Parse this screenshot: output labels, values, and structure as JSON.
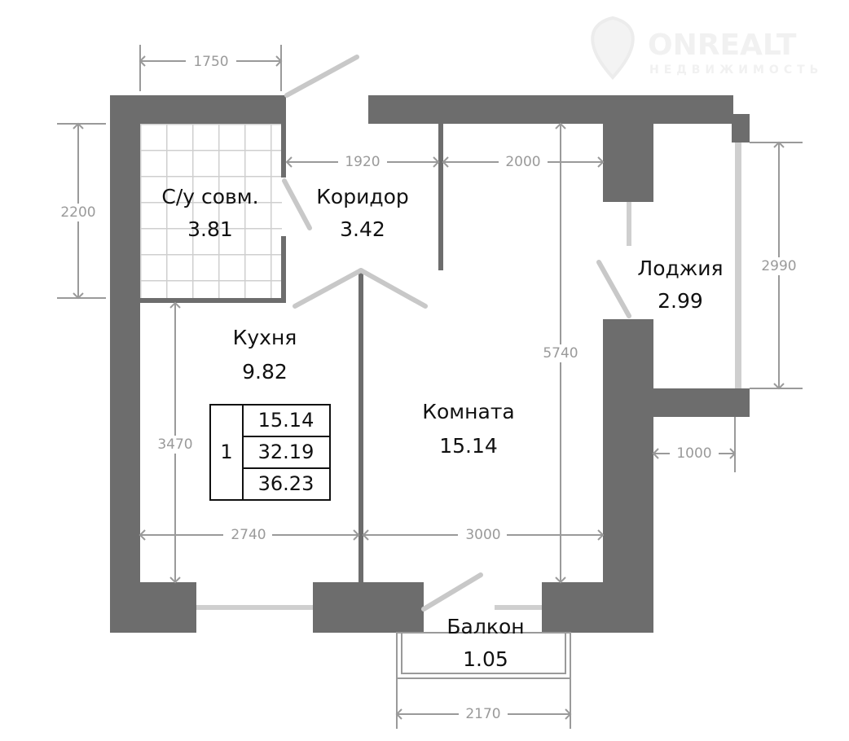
{
  "logo": {
    "brand": "ONREALT",
    "tagline": "НЕДВИЖИМОСТЬ"
  },
  "rooms": {
    "bathroom": {
      "name": "С/у совм.",
      "area": "3.81"
    },
    "corridor": {
      "name": "Коридор",
      "area": "3.42"
    },
    "kitchen": {
      "name": "Кухня",
      "area": "9.82"
    },
    "room": {
      "name": "Комната",
      "area": "15.14"
    },
    "loggia": {
      "name": "Лоджия",
      "area": "2.99"
    },
    "balcony": {
      "name": "Балкон",
      "area": "1.05"
    }
  },
  "summary": {
    "rooms_count": "1",
    "living_area": "15.14",
    "total_area_no_balcony": "32.19",
    "total_area": "36.23"
  },
  "dimensions": {
    "bath_width": "1750",
    "bath_height": "2200",
    "corridor_width": "1920",
    "room_top_width": "2000",
    "loggia_height": "2990",
    "room_height": "5740",
    "kitchen_height": "3470",
    "kitchen_width": "2740",
    "room_width": "3000",
    "loggia_depth": "1000",
    "balcony_width": "2170"
  }
}
